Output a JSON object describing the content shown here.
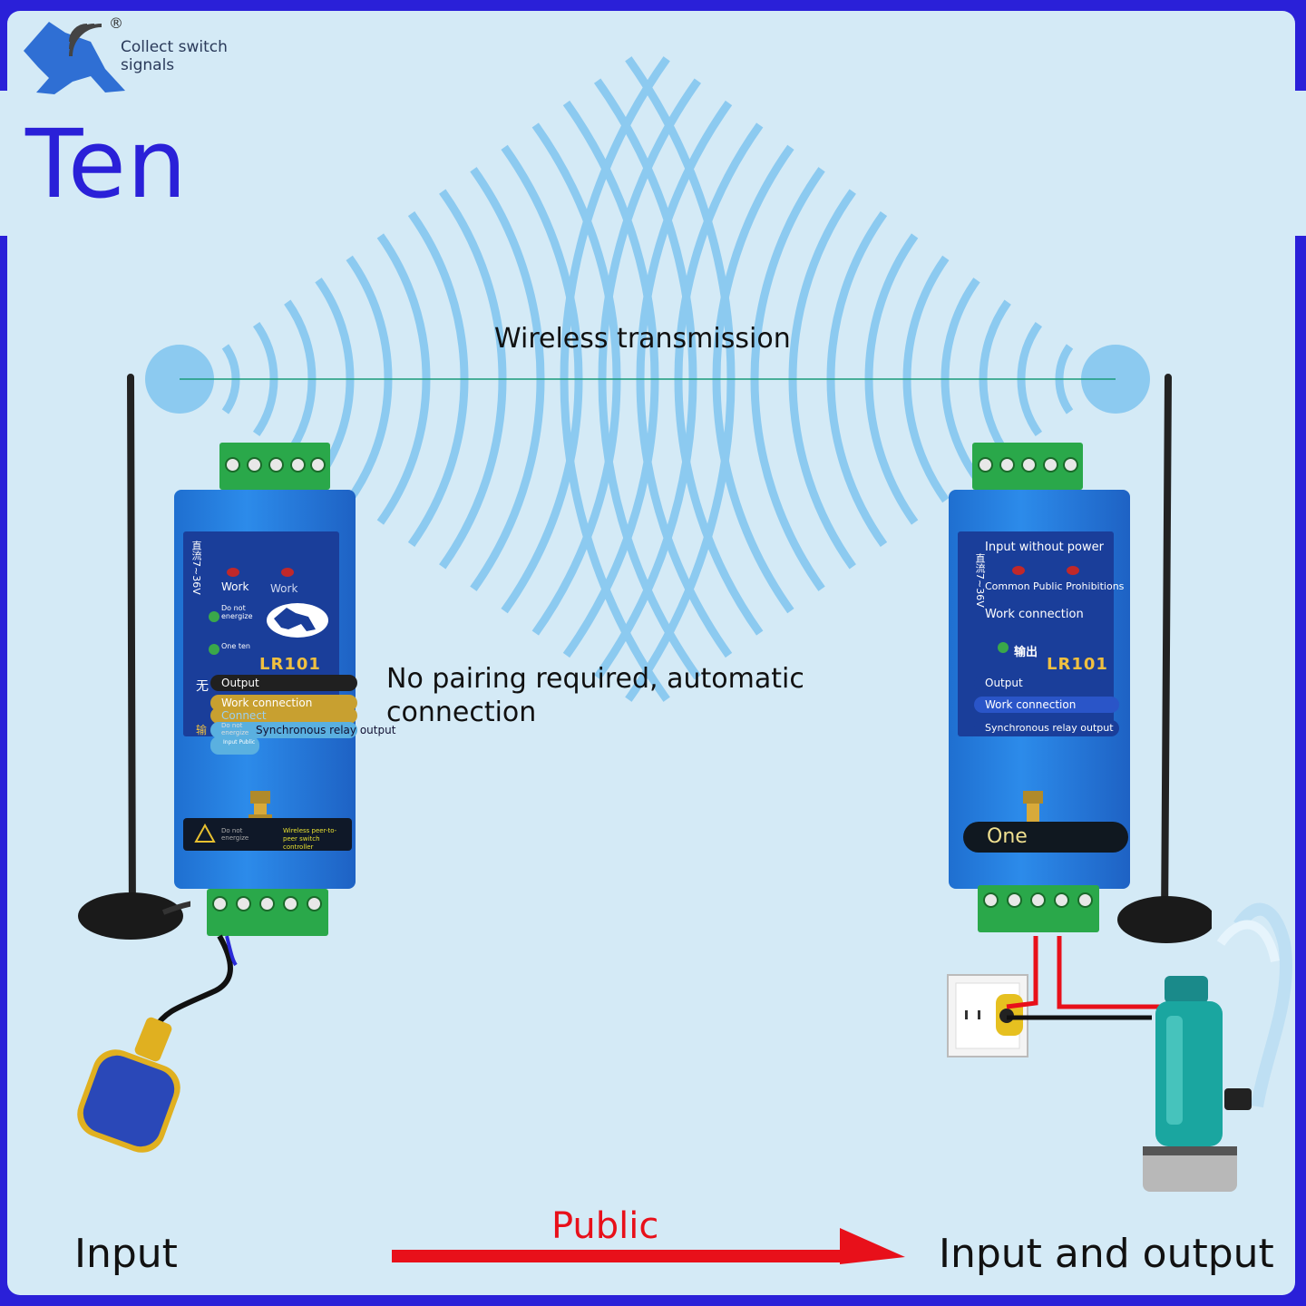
{
  "brand": {
    "tagline": "Collect switch signals",
    "registered_mark": "®"
  },
  "title": "Ten",
  "wireless_label": "Wireless transmission",
  "pairing_note": "No pairing required, automatic connection",
  "bottom": {
    "left_label": "Input",
    "center_label": "Public",
    "right_label": "Input and output"
  },
  "left_device": {
    "model": "LR101",
    "led_labels": [
      "Work",
      "Work"
    ],
    "status_do_not_energize": "Do not energize",
    "status_one_ten": "One ten",
    "pill_output": "Output",
    "pill_work_connection": "Work connection",
    "pill_connect": "Connect",
    "pill_sync": "Synchronous relay output",
    "pill_input_public": "Input Public",
    "pill_do_not_energize": "Do not energize",
    "bottom_warning": "Do not energize",
    "bottom_desc": "Wireless peer-to-peer switch controller",
    "side_text": "直流7~36V",
    "cn_char_1": "无",
    "cn_char_2": "输"
  },
  "right_device": {
    "model": "LR101",
    "header": "Input without power",
    "prohibitions": "Common Public Prohibitions",
    "work_connection_top": "Work connection",
    "cn_output": "输出",
    "pill_output": "Output",
    "pill_work_connection": "Work connection",
    "pill_sync": "Synchronous relay output",
    "bottom_label": "One",
    "side_text": "直流7~36V"
  },
  "colors": {
    "frame": "#2a20d8",
    "background": "#d4eaf6",
    "wave": "#8ccaf0",
    "device_blue": "#2c8bea",
    "terminal_green": "#2aa84a",
    "arrow_red": "#e8101a"
  },
  "icons": [
    "horse-wifi-logo-icon",
    "antenna-icon",
    "float-switch-icon",
    "power-socket-icon",
    "water-pump-icon",
    "warning-icon"
  ]
}
